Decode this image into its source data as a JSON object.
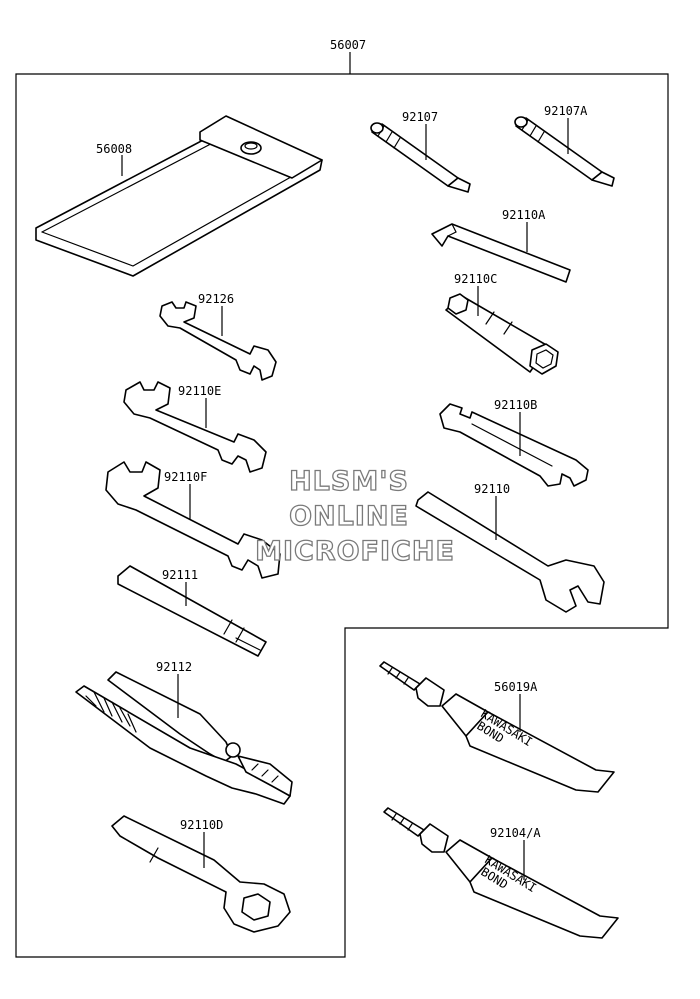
{
  "labels": {
    "assembly": "56007",
    "pouch": "56008",
    "screwdriver_1": "92107",
    "screwdriver_2": "92107A",
    "hex_key": "92110A",
    "box_socket": "92110C",
    "spanner_small": "92126",
    "spoke_wrench": "92110B",
    "spanner_medium": "92110E",
    "spanner_large": "92110F",
    "hook_spanner": "92110",
    "handle_bar": "92111",
    "pliers": "92112",
    "ring_wrench": "92110D",
    "bond_tube_1": "56019A",
    "bond_tube_2": "92104/A"
  },
  "tube_text": {
    "line1": "KAWASAKI",
    "line2": "BOND"
  },
  "watermark": {
    "line1": "HLSM'S",
    "line2": "ONLINE",
    "line3": "MICROFICHE"
  }
}
